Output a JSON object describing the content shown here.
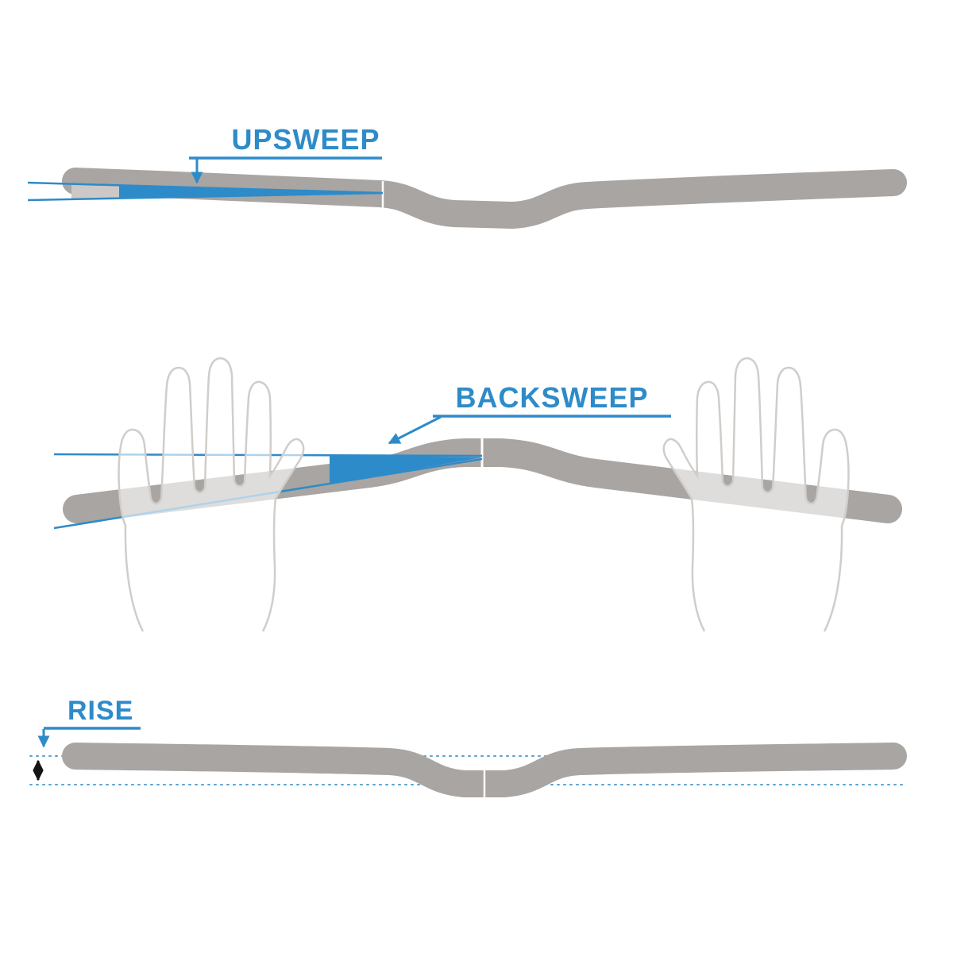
{
  "diagram": {
    "type": "handlebar-geometry-diagram",
    "labels": {
      "upsweep": "UPSWEEP",
      "backsweep": "BACKSWEEP",
      "rise": "RISE"
    },
    "figures": [
      {
        "id": "upsweep-figure",
        "label": "UPSWEEP",
        "view": "front view of handlebar with upsweep angle wedge"
      },
      {
        "id": "backsweep-figure",
        "label": "BACKSWEEP",
        "view": "top view of handlebar with hands and backsweep angle wedge"
      },
      {
        "id": "rise-figure",
        "label": "RISE",
        "view": "front view of handlebar with rise measured by double arrow between dotted lines"
      }
    ],
    "colors": {
      "bar": "#a8a5a2",
      "bar_highlight": "#cbc8c5",
      "accent_blue": "#2e8bc9",
      "hand_outline": "#d0cdca",
      "measure_arrow": "#141414",
      "background": "#ffffff"
    }
  }
}
